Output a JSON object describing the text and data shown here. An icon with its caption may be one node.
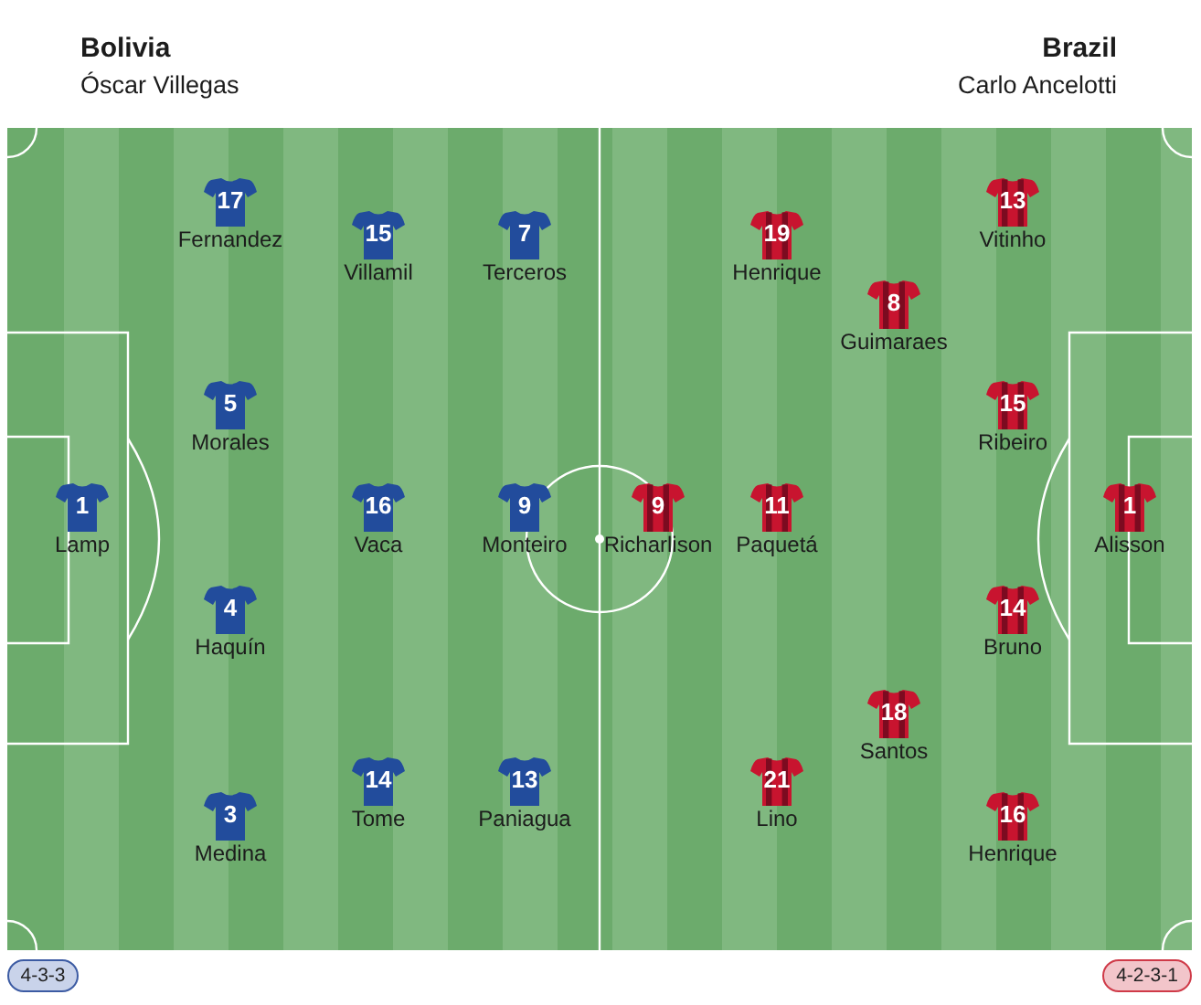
{
  "diagram": {
    "nodes": [
      {
        "text": [
          "1"
        ],
        "beside": [
          "Lamp"
        ]
      },
      {
        "text": [
          "17"
        ],
        "beside": [
          "Fernandez"
        ]
      },
      {
        "text": [
          "5"
        ],
        "beside": [
          "Morales"
        ]
      },
      {
        "text": [
          "4"
        ],
        "beside": [
          "Haquín"
        ]
      },
      {
        "text": [
          "3"
        ],
        "beside": [
          "Medina"
        ]
      },
      {
        "text": [
          "15"
        ],
        "beside": [
          "Villamil"
        ]
      },
      {
        "text": [
          "16"
        ],
        "beside": [
          "Vaca"
        ]
      },
      {
        "text": [
          "14"
        ],
        "beside": [
          "Tome"
        ]
      },
      {
        "text": [
          "7"
        ],
        "beside": [
          "Terceros"
        ]
      },
      {
        "text": [
          "9"
        ],
        "beside": [
          "Monteiro"
        ]
      },
      {
        "text": [
          "13"
        ],
        "beside": [
          "Paniagua"
        ]
      },
      {
        "text": [
          "9"
        ],
        "beside": [
          "Richarlison"
        ]
      },
      {
        "text": [
          "19"
        ],
        "beside": [
          "Henrique"
        ]
      },
      {
        "text": [
          "11"
        ],
        "beside": [
          "Paquetá"
        ]
      },
      {
        "text": [
          "21"
        ],
        "beside": [
          "Lino"
        ]
      },
      {
        "text": [
          "8"
        ],
        "beside": [
          "Guimaraes"
        ]
      },
      {
        "text": [
          "18"
        ],
        "beside": [
          "Santos"
        ]
      },
      {
        "text": [
          "13"
        ],
        "beside": [
          "Vitinho"
        ]
      },
      {
        "text": [
          "15"
        ],
        "beside": [
          "Ribeiro"
        ]
      },
      {
        "text": [
          "14"
        ],
        "beside": [
          "Bruno"
        ]
      },
      {
        "text": [
          "16"
        ],
        "beside": [
          "Henrique"
        ]
      },
      {
        "text": [
          "1"
        ],
        "beside": [
          "Alisson"
        ]
      },
      {
        "text": [
          "4-3-3"
        ]
      },
      {
        "text": [
          "4-2-3-1"
        ]
      }
    ],
    "labels": [
      "Bolivia",
      "Óscar Villegas",
      "Brazil",
      "Carlo Ancelotti"
    ]
  }
}
